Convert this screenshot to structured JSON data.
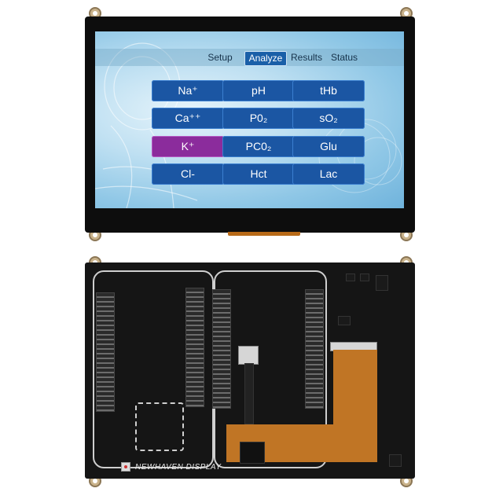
{
  "screen": {
    "tabs": [
      {
        "label": "Setup",
        "active": false
      },
      {
        "label": "Analyze",
        "active": true
      },
      {
        "label": "Results",
        "active": false
      },
      {
        "label": "Status",
        "active": false
      }
    ],
    "grid": [
      {
        "label": "Na⁺",
        "selected": false
      },
      {
        "label": "pH",
        "selected": false
      },
      {
        "label": "tHb",
        "selected": false
      },
      {
        "label": "Ca⁺⁺",
        "selected": false
      },
      {
        "label": "P0₂",
        "selected": false
      },
      {
        "label": "sO₂",
        "selected": false
      },
      {
        "label": "K⁺",
        "selected": true
      },
      {
        "label": "PC0₂",
        "selected": false
      },
      {
        "label": "Glu",
        "selected": false
      },
      {
        "label": "Cl-",
        "selected": false
      },
      {
        "label": "Hct",
        "selected": false
      },
      {
        "label": "Lac",
        "selected": false
      }
    ]
  },
  "board": {
    "silkscreen": "NEWHAVEN DISPLAY"
  },
  "colors": {
    "button": "#1b56a3",
    "button_selected": "#8b2c9c",
    "tab_active": "#1a5fa8"
  }
}
